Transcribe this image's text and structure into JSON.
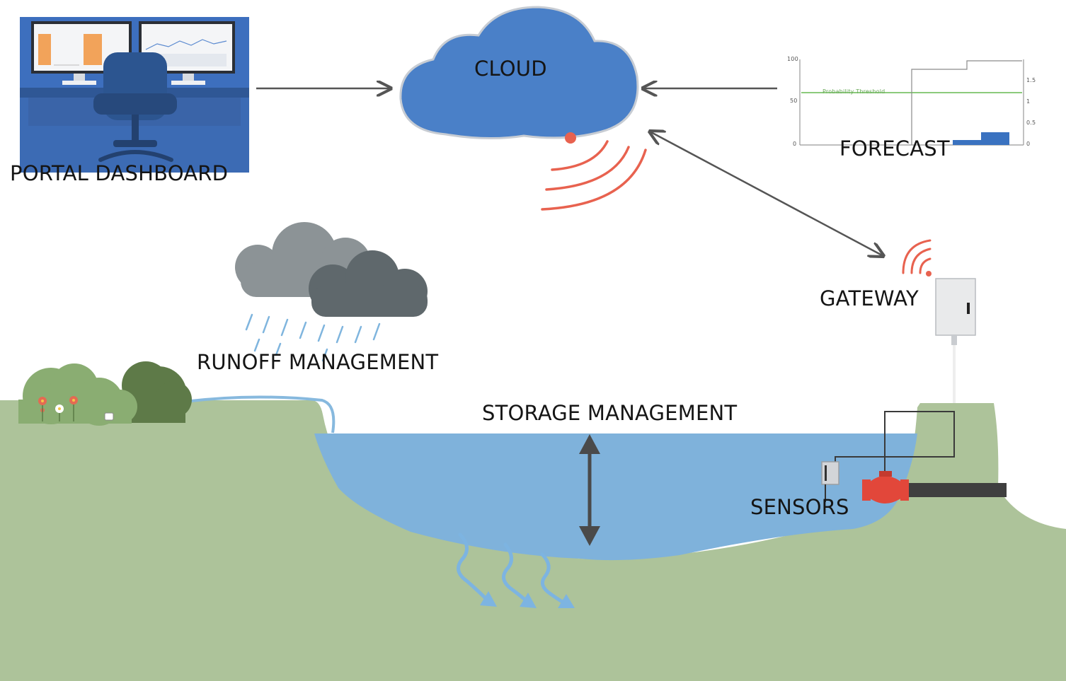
{
  "labels": {
    "portal_dashboard": "PORTAL DASHBOARD",
    "cloud": "CLOUD",
    "forecast": "FORECAST",
    "gateway": "GATEWAY",
    "runoff_management": "RUNOFF MANAGEMENT",
    "storage_management": "STORAGE MANAGEMENT",
    "sensors": "SENSORS"
  },
  "forecast_chart": {
    "threshold_label": "Probability Threshold",
    "left_ticks": [
      "100",
      "50",
      "0"
    ],
    "right_ticks": [
      "1.5",
      "1",
      "0.5",
      "0"
    ]
  },
  "colors": {
    "sky_cloud": "#4a80c8",
    "storm_cloud_light": "#8c9396",
    "storm_cloud_dark": "#5f686c",
    "ground": "#adc39a",
    "water": "#7fb2db",
    "signal": "#e8624f",
    "valve": "#e2473a",
    "threshold_line": "#7cc26a",
    "forecast_bar": "#3a72c0"
  }
}
